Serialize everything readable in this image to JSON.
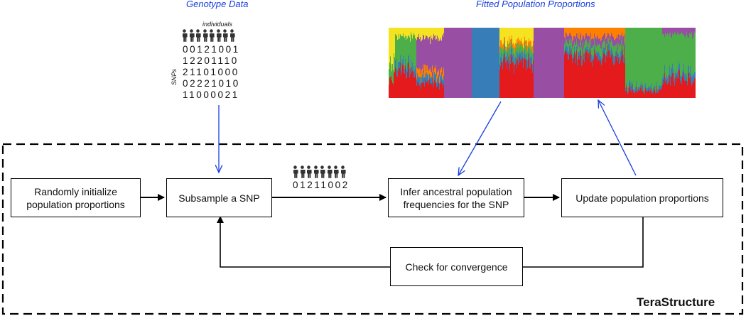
{
  "labels": {
    "genotype_title": "Genotype Data",
    "fitted_title": "Fitted Population Proportions",
    "individuals": "individuals",
    "snps": "SNPs",
    "brand": "TeraStructure"
  },
  "genotype_matrix": [
    "00121001",
    "12201110",
    "21101000",
    "02221010",
    "11000021"
  ],
  "sampled_snp": "01211002",
  "boxes": {
    "init": "Randomly initialize population proportions",
    "subsample": "Subsample a SNP",
    "infer": "Infer ancestral population frequencies for the SNP",
    "update": "Update population proportions",
    "check": "Check for convergence"
  },
  "colors": {
    "arrow_blue": "#1a3fe0",
    "yellow": "#f5e321",
    "green": "#4daf4a",
    "purple": "#984ea3",
    "blue": "#377eb8",
    "red": "#e41a1c",
    "orange": "#ff7f00"
  },
  "structure_plot": {
    "segments": [
      {
        "color": "red",
        "fraction": 0.09
      },
      {
        "color": "purple",
        "fraction": 0.09
      },
      {
        "color": "purple",
        "fraction": 0.09
      },
      {
        "color": "blue",
        "fraction": 0.09
      },
      {
        "color": "red",
        "fraction": 0.11
      },
      {
        "color": "purple",
        "fraction": 0.1
      },
      {
        "color": "red",
        "fraction": 0.2
      },
      {
        "color": "green",
        "fraction": 0.12
      },
      {
        "color": "red",
        "fraction": 0.11
      }
    ]
  }
}
